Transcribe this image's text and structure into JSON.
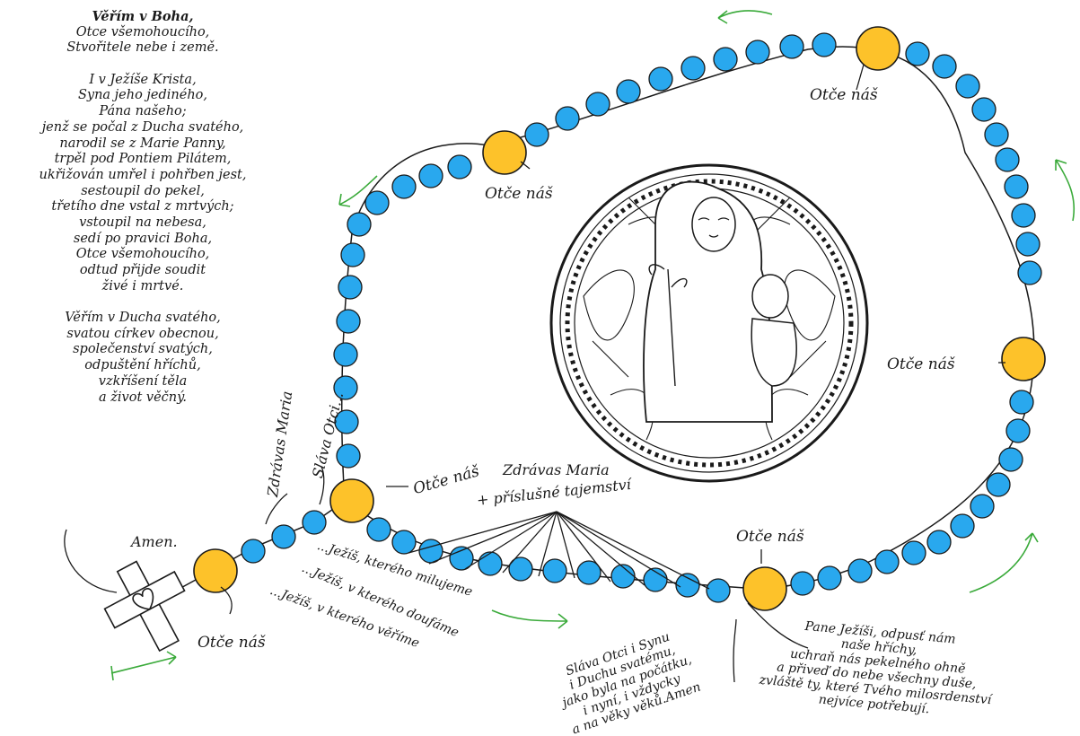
{
  "creed": {
    "lines": [
      "Věřím v Boha,",
      "Otce všemohoucího,",
      "Stvořitele nebe i země.",
      "",
      "I v Ježíše Krista,",
      "Syna jeho jediného,",
      "Pána našeho;",
      "jenž se počal z Ducha svatého,",
      "narodil se z Marie Panny,",
      "trpěl pod Pontiem Pilátem,",
      "ukřižován umřel i pohřben jest,",
      "sestoupil do pekel,",
      "třetího dne vstal z mrtvých;",
      "vstoupil na nebesa,",
      "sedí po pravici Boha,",
      "Otce všemohoucího,",
      "odtud přijde soudit",
      "živé i mrtvé.",
      "",
      "Věřím v Ducha svatého,",
      "svatou církev obecnou,",
      "společenství svatých,",
      "odpuštění hříchů,",
      "vzkříšení těla",
      "a život věčný."
    ]
  },
  "labels": {
    "amen": "Amen.",
    "otce_nas": "Otče náš",
    "zdravas_maria": "Zdrávas Maria",
    "slava_otci_short": "Sláva Otci...",
    "tajemstvi_line1": "Zdrávas Maria",
    "tajemstvi_line2": "+ příslušné tajemství",
    "jezis_milujeme": "...Ježíš, kterého milujeme",
    "jezis_doufame": "...Ježíš, v kterého doufáme",
    "jezis_verime": "...Ježíš, v kterého věříme",
    "slava_otci_full": [
      "Sláva Otci i Synu",
      "i Duchu svatému,",
      "jako byla na počátku,",
      "i nyní, i vždycky",
      "a na věky věků.Amen"
    ],
    "fatima": [
      "Pane Ježíši, odpusť nám",
      "naše hříchy,",
      "uchraň nás pekelného ohně",
      "a přiveď do nebe všechny duše,",
      "zvláště ty, které Tvého milosrdenství",
      "nejvíce potřebují."
    ]
  },
  "colors": {
    "small_bead": "#29a8ee",
    "large_bead": "#fdc22a",
    "arrow_green": "#3aaa3a",
    "ink": "#1a1a1a"
  },
  "icons": [
    "cross-icon",
    "heart-icon",
    "madonna-medallion-icon",
    "direction-arrow-icon"
  ]
}
